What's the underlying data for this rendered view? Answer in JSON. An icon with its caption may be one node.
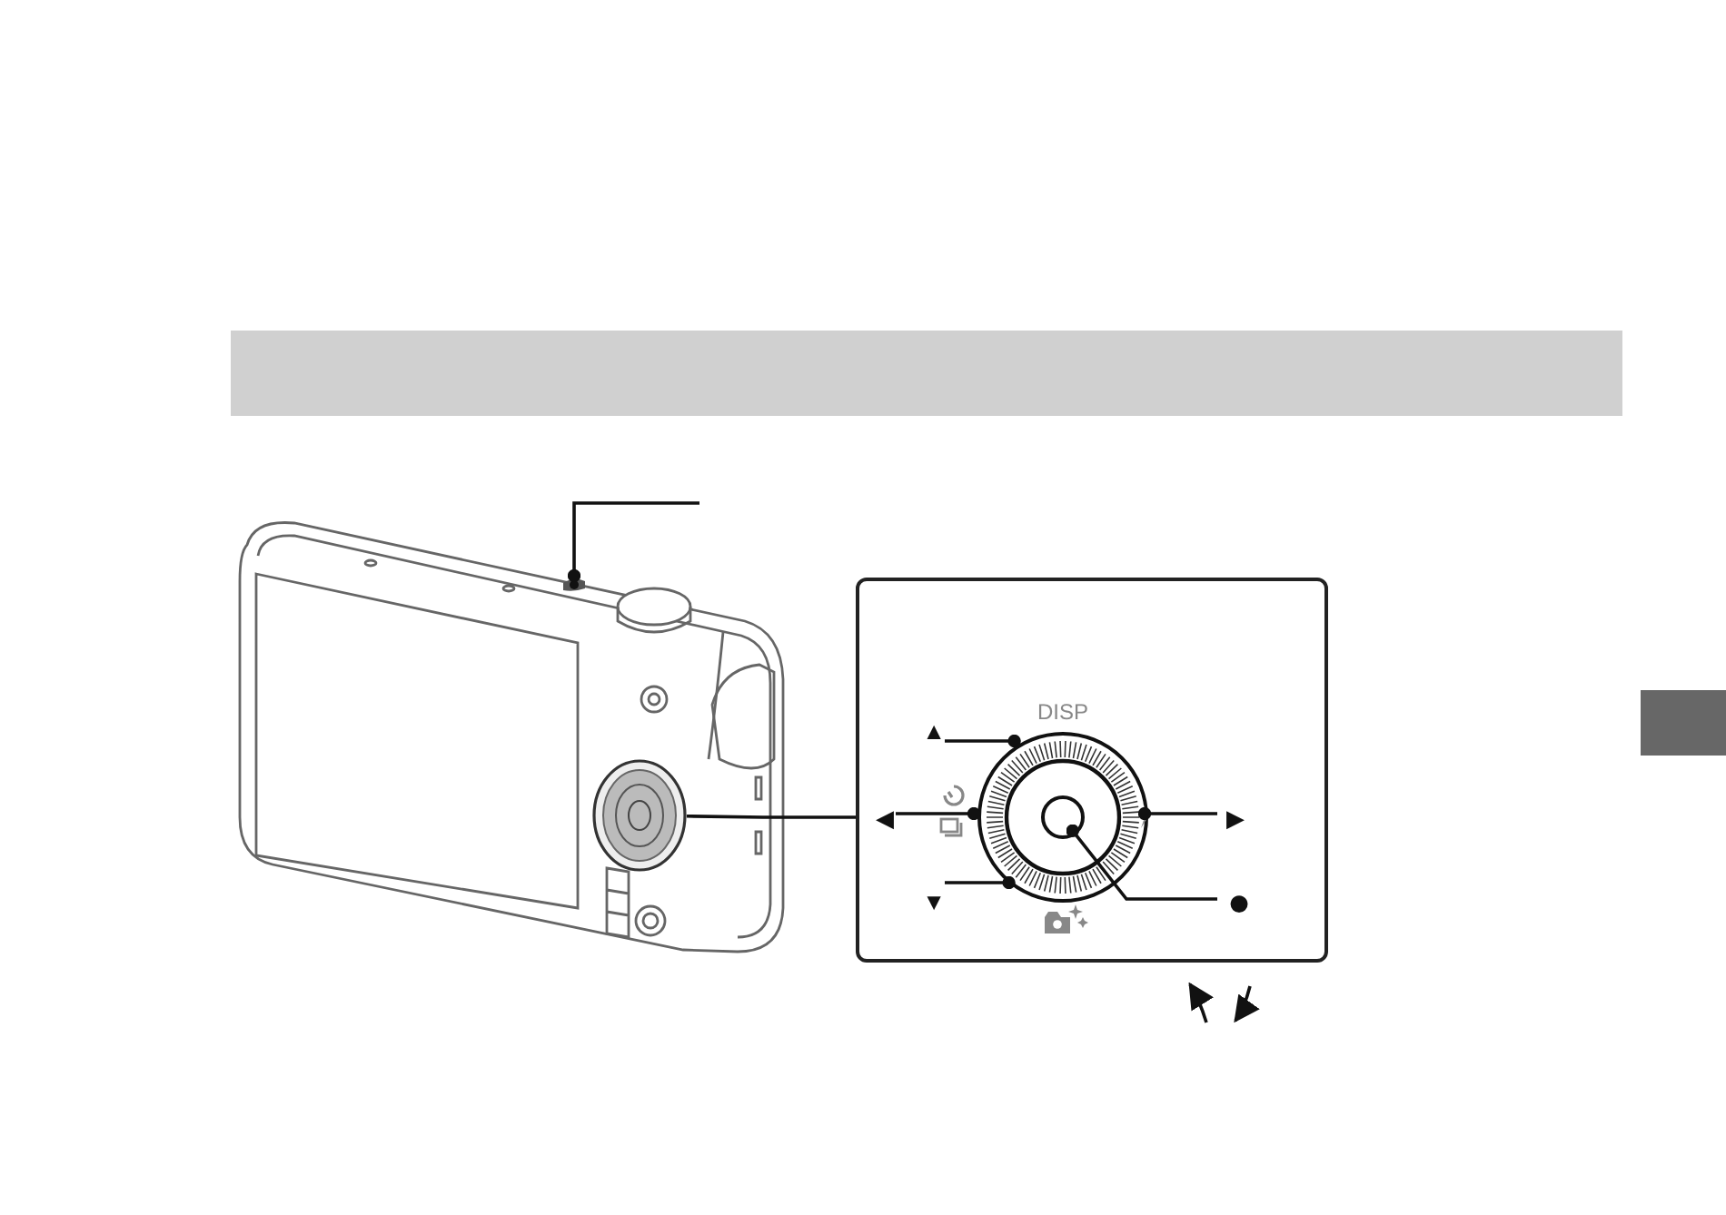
{
  "diagram": {
    "nodes": [
      {
        "text": [],
        "shape": "picture"
      },
      {
        "text": [],
        "shape": "box",
        "in": 0
      },
      {
        "text": [],
        "shape": "circle",
        "in": 0
      },
      {
        "text": [],
        "shape": "box"
      },
      {
        "text": [
          "DISP"
        ],
        "in": 3
      },
      {
        "text": [],
        "shape": "circle",
        "in": 4
      },
      {
        "text": [
          "▲"
        ],
        "in": 3
      },
      {
        "text": [
          "◀"
        ],
        "in": 3
      },
      {
        "text": [
          "▶"
        ],
        "in": 3
      },
      {
        "text": [
          "▼"
        ],
        "in": 3
      },
      {
        "text": [
          "●"
        ],
        "in": 3
      }
    ],
    "edges": [
      {
        "from": null,
        "to": 1,
        "arrow": "other"
      },
      {
        "from": 2,
        "to": 3,
        "arrow": "none"
      },
      {
        "from": 6,
        "to": 4,
        "arrow": "other"
      },
      {
        "from": 7,
        "to": 4,
        "arrow": "other"
      },
      {
        "from": 8,
        "to": 4,
        "arrow": "other"
      },
      {
        "from": 9,
        "to": 4,
        "arrow": "other"
      },
      {
        "from": 10,
        "to": 5,
        "arrow": "other"
      }
    ]
  }
}
